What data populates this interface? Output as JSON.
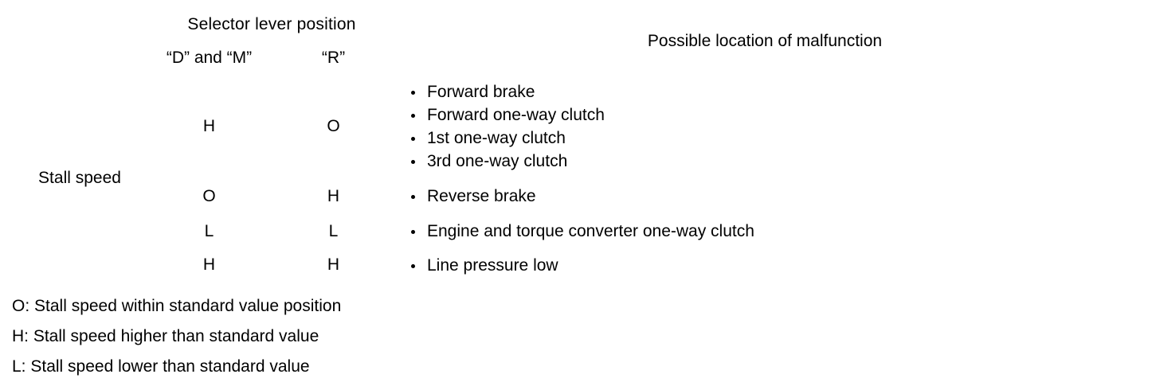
{
  "table": {
    "header": {
      "selector_group": "Selector lever position",
      "sub_columns": [
        "“D” and “M”",
        "“R”"
      ],
      "malfunction": "Possible location of malfunction",
      "row_label_header": ""
    },
    "row_label": "Stall speed",
    "rows": [
      {
        "dm": "H",
        "r": "O",
        "malfunctions": [
          "Forward brake",
          "Forward one-way clutch",
          "1st one-way clutch",
          "3rd one-way clutch"
        ]
      },
      {
        "dm": "O",
        "r": "H",
        "malfunctions": [
          "Reverse brake"
        ]
      },
      {
        "dm": "L",
        "r": "L",
        "malfunctions": [
          "Engine and torque converter one-way clutch"
        ]
      },
      {
        "dm": "H",
        "r": "H",
        "malfunctions": [
          "Line pressure low"
        ]
      }
    ]
  },
  "footnotes": [
    "O: Stall speed within standard value position",
    "H: Stall speed higher than standard value",
    "L: Stall speed lower than standard value"
  ],
  "colors": {
    "text": "#000000",
    "rule": "#000000",
    "background": "#ffffff"
  }
}
